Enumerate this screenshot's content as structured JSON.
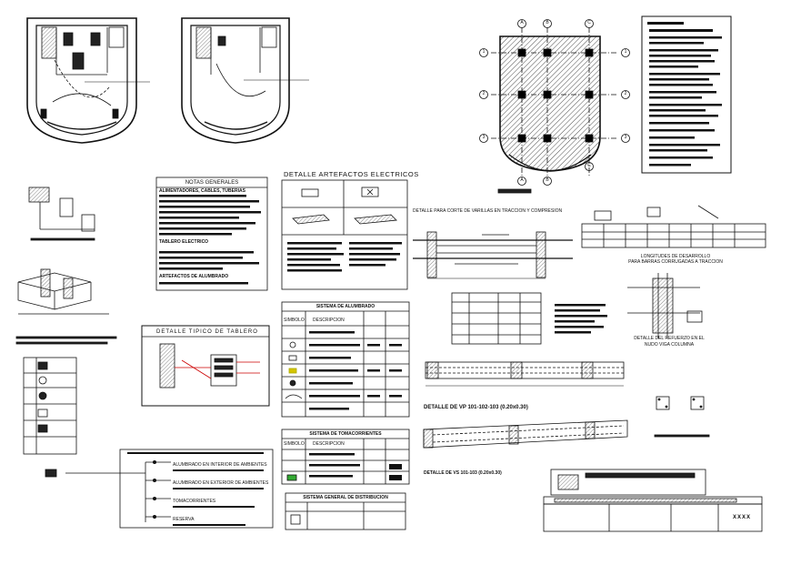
{
  "plan_sheet": {
    "panels": {
      "notas_generales": {
        "title": "NOTAS GENERALES",
        "sections": [
          "ALIMENTADORES, CABLES, TUBERIAS",
          "TABLERO ELECTRICO",
          "ARTEFACTOS DE ALUMBRADO"
        ]
      },
      "artefactos": {
        "title": "DETALLE ARTEFACTOS ELECTRICOS"
      },
      "tablero": {
        "title": "DETALLE TIPICO DE TABLERO"
      },
      "alumbrado": {
        "title": "SISTEMA DE ALUMBRADO",
        "col_simbolo": "SIMBOLO",
        "col_descripcion": "DESCRIPCION"
      },
      "tomacorrientes": {
        "title": "SISTEMA DE TOMACORRIENTES",
        "col_simbolo": "SIMBOLO",
        "col_descripcion": "DESCRIPCION"
      },
      "distribucion": {
        "title": "SISTEMA GENERAL DE DISTRIBUCION"
      },
      "varilla": {
        "title": "DETALLE PARA CORTE DE VARILLAS EN TRACCION Y COMPRESION"
      },
      "longitudes": {
        "line1": "LONGITUDES DE DESARROLLO",
        "line2": "PARA BARRAS CORRUGADAS A TRACCION"
      },
      "nudo": {
        "line1": "DETALLE DEL REFUERZO EN EL",
        "line2": "NUDO VIGA COLUMNA"
      },
      "vp": {
        "title": "DETALLE DE VP 101-102-103 (0.20x0.30)"
      },
      "vs": {
        "title": "DETALLE DE VS 101-103 (0.20x0.30)"
      },
      "distribution_tree": {
        "circuits": [
          "ALUMBRADO EN INTERIOR DE AMBIENTES",
          "ALUMBRADO EN EXTERIOR DE AMBIENTES",
          "TOMACORRIENTES",
          "RESERVA"
        ]
      },
      "grid_axes": {
        "top": [
          "A",
          "B",
          "C"
        ],
        "bottom": [
          "A",
          "B",
          "C"
        ],
        "left": [
          "1",
          "2",
          "3"
        ],
        "right": [
          "1",
          "2",
          "3"
        ]
      },
      "title_block": {
        "mark": "XXXX"
      }
    }
  }
}
